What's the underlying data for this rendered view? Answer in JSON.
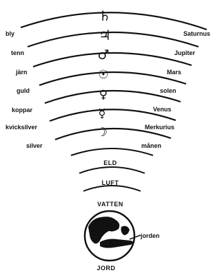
{
  "spheres": [
    {
      "metal": "bly",
      "planet": "Saturnus",
      "symbol": "♄",
      "symbol_name": "saturn-symbol"
    },
    {
      "metal": "tenn",
      "planet": "Jupiter",
      "symbol": "♃",
      "symbol_name": "jupiter-symbol"
    },
    {
      "metal": "järn",
      "planet": "Mars",
      "symbol": "♂",
      "symbol_name": "mars-symbol"
    },
    {
      "metal": "guld",
      "planet": "solen",
      "symbol": "☉",
      "symbol_name": "sun-symbol"
    },
    {
      "metal": "koppar",
      "planet": "Venus",
      "symbol": "♀",
      "symbol_name": "venus-symbol"
    },
    {
      "metal": "kvicksilver",
      "planet": "Merkurius",
      "symbol": "☿",
      "symbol_name": "mercury-symbol"
    },
    {
      "metal": "silver",
      "planet": "månen",
      "symbol": "☽",
      "symbol_name": "moon-symbol"
    }
  ],
  "elements": [
    "ELD",
    "LUFT",
    "VATTEN"
  ],
  "earth": {
    "label": "jorden",
    "caption": "JORD"
  }
}
